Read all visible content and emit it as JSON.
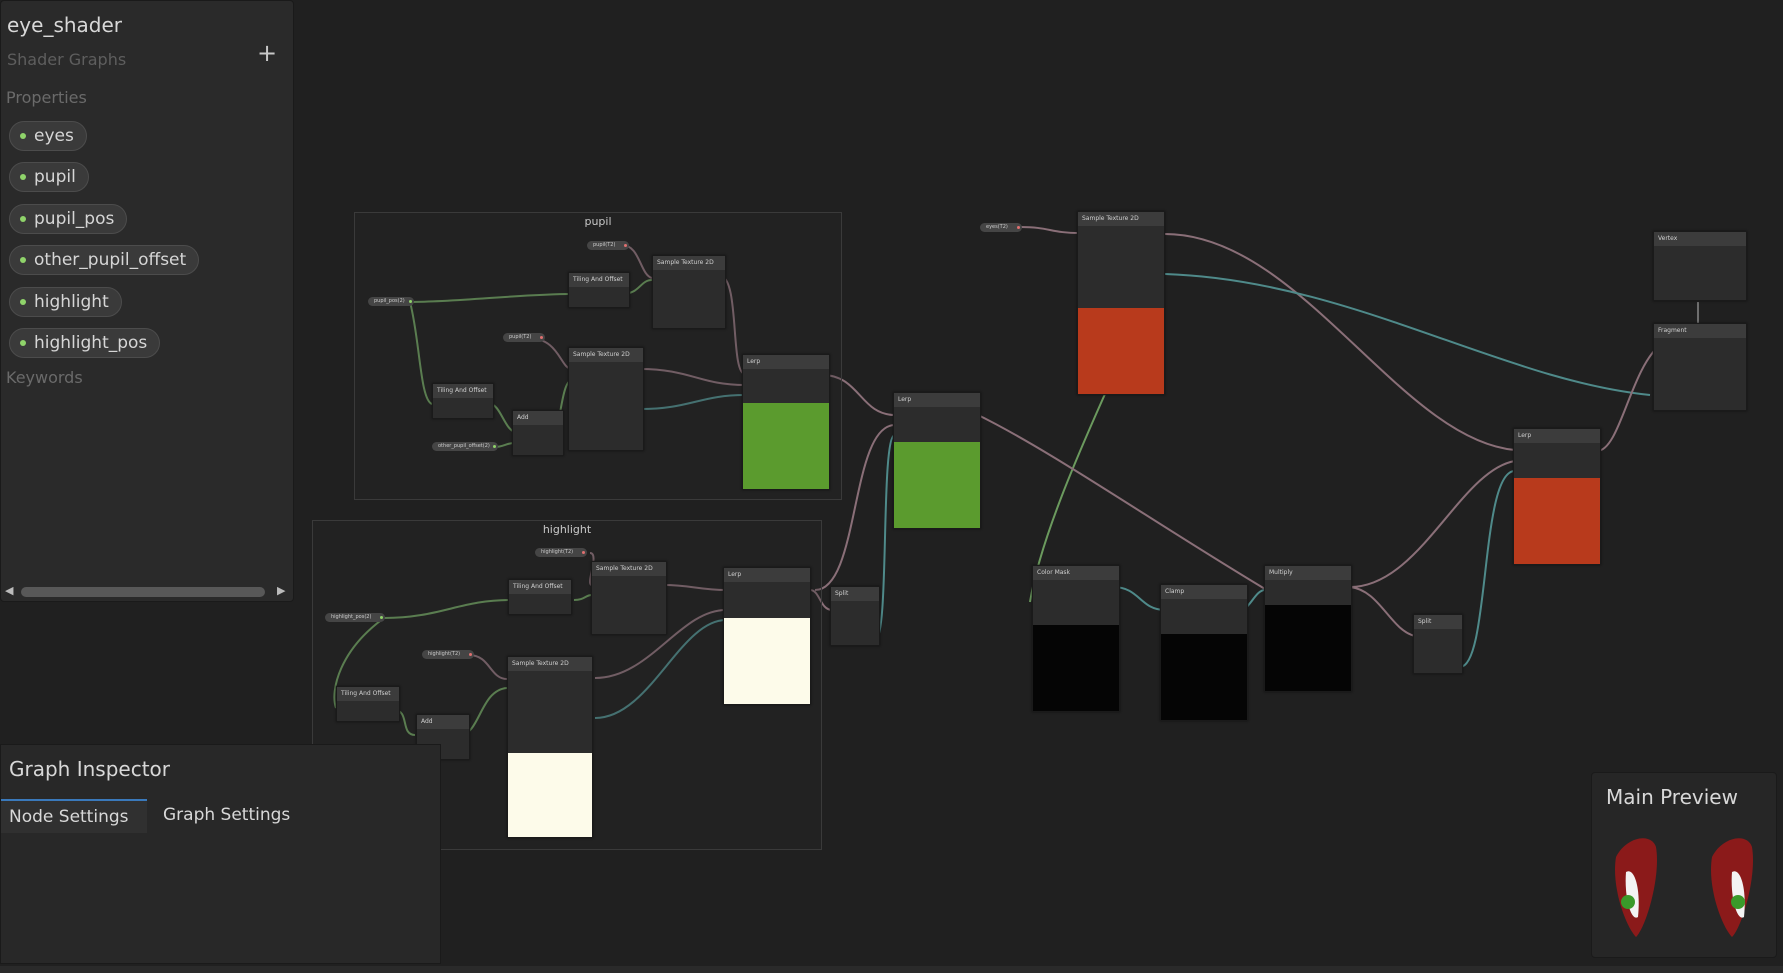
{
  "blackboard": {
    "title": "eye_shader",
    "subtitle": "Shader Graphs",
    "add_label": "+",
    "properties_header": "Properties",
    "keywords_header": "Keywords",
    "properties": [
      {
        "name": "eyes",
        "type": "Texture2D"
      },
      {
        "name": "pupil",
        "type": "Texture2D"
      },
      {
        "name": "pupil_pos",
        "type": "Vector2"
      },
      {
        "name": "other_pupil_offset",
        "type": "Vector2"
      },
      {
        "name": "highlight",
        "type": "Texture2D"
      },
      {
        "name": "highlight_pos",
        "type": "Vector2"
      }
    ]
  },
  "groups": {
    "pupil": "pupil",
    "highlight": "highlight"
  },
  "nodes": {
    "sample_texture": "Sample Texture 2D",
    "tiling_offset": "Tiling And Offset",
    "add": "Add",
    "lerp": "Lerp",
    "split": "Split",
    "color_mask": "Color Mask",
    "clamp": "Clamp",
    "multiply": "Multiply",
    "vertex": "Vertex",
    "fragment": "Fragment"
  },
  "property_nodes": {
    "pupil": "pupil(T2)",
    "pupil_pos": "pupil_pos(2)",
    "other_pupil_offset": "other_pupil_offset(2)",
    "highlight": "highlight(T2)",
    "highlight_pos": "highlight_pos(2)",
    "eyes": "eyes(T2)"
  },
  "inspector": {
    "title": "Graph Inspector",
    "tabs": [
      "Node Settings",
      "Graph Settings"
    ]
  },
  "main_preview": {
    "title": "Main Preview"
  },
  "colors": {
    "background": "#202020",
    "accent_tab": "#3a79bb",
    "wire_texture": "#8a6f78",
    "wire_vector": "#6b9a5e",
    "wire_float": "#4f8a8a"
  }
}
